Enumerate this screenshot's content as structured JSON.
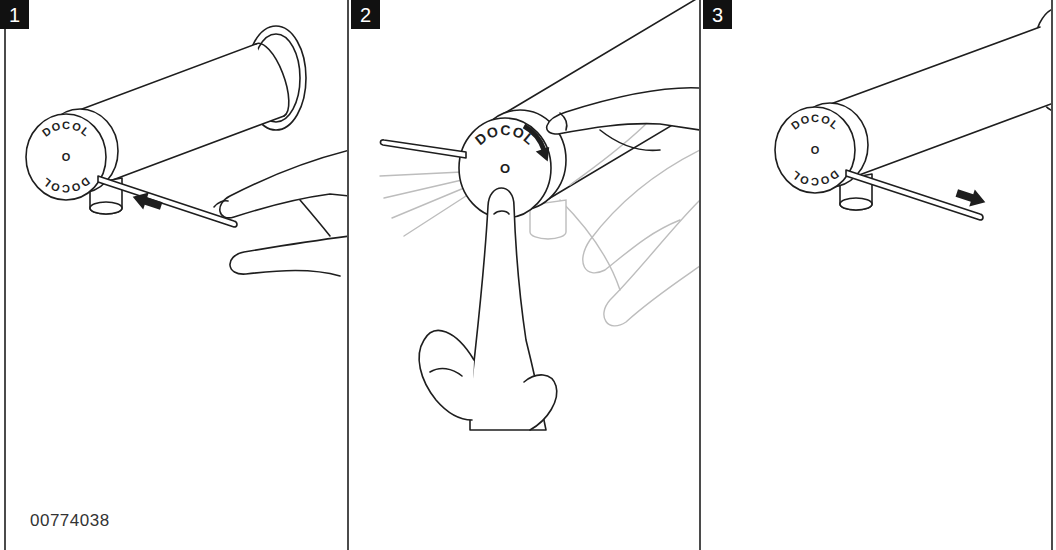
{
  "diagram": {
    "nodes": [
      {
        "text": [
          "1"
        ]
      },
      {
        "text": [
          "2"
        ]
      },
      {
        "text": [
          "3"
        ]
      }
    ],
    "labels": [
      "DOCOL",
      "O",
      "DOCOL",
      "00774038",
      "DOCOL",
      "O",
      "DOCOL",
      "O",
      "DOCOL"
    ]
  }
}
